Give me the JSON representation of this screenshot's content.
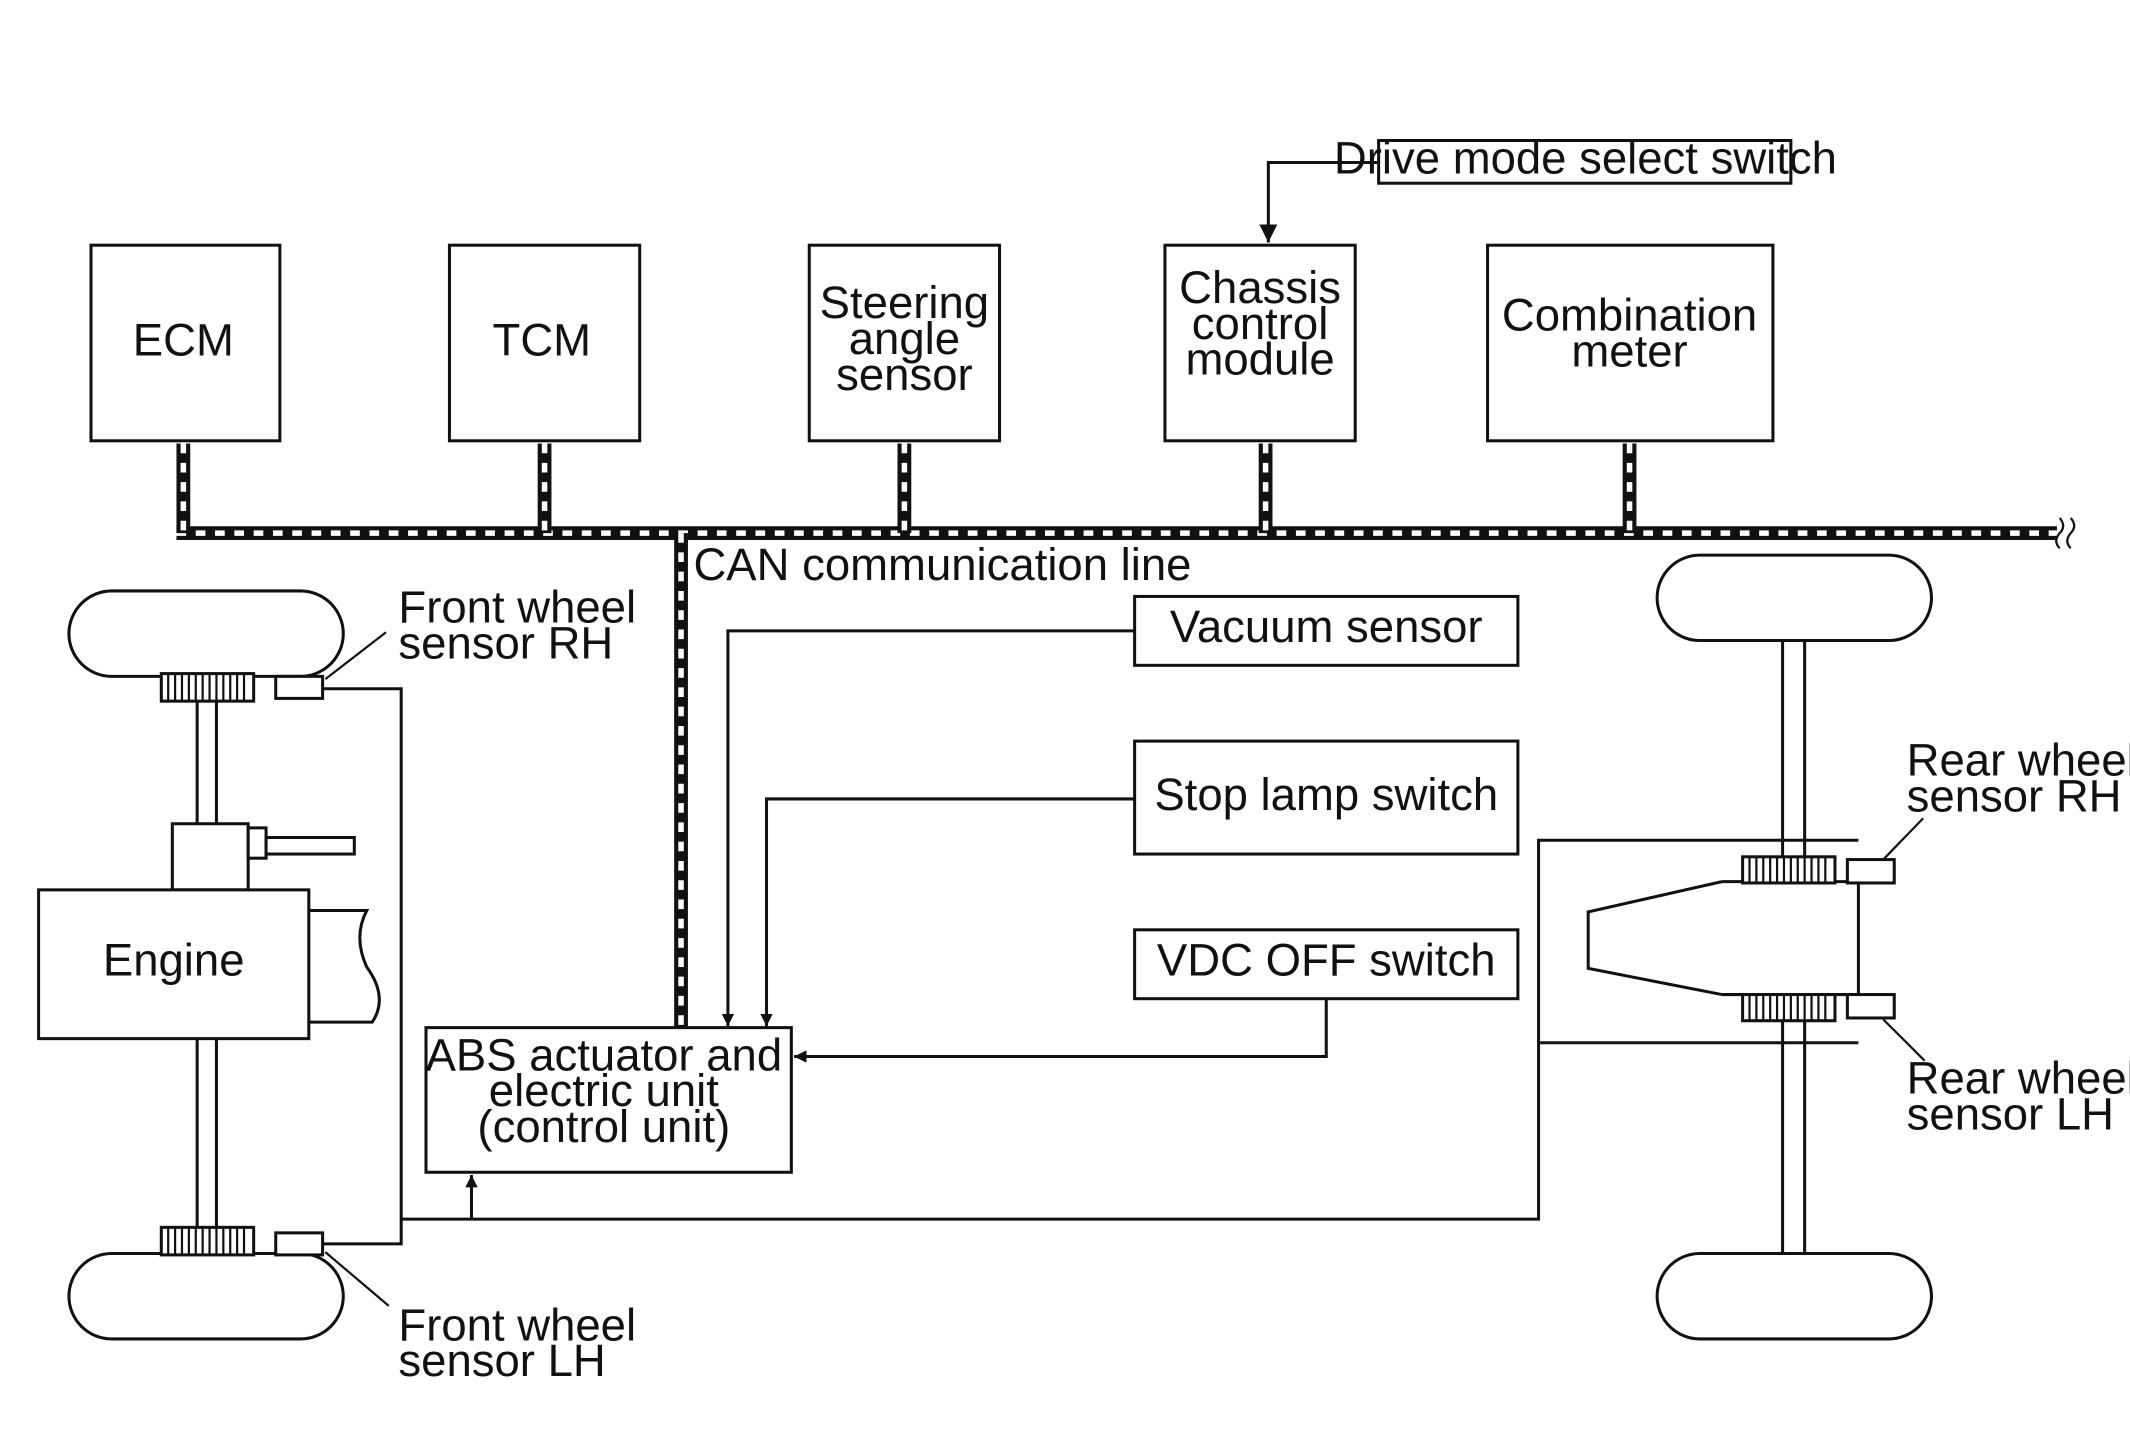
{
  "modules": {
    "ecm": "ECM",
    "tcm": "TCM",
    "steering_angle_sensor": [
      "Steering",
      "angle",
      "sensor"
    ],
    "chassis_control_module": [
      "Chassis",
      "control",
      "module"
    ],
    "combination_meter": [
      "Combination",
      "meter"
    ]
  },
  "drive_mode_select_switch": "Drive mode select switch",
  "can_line_label": "CAN communication line",
  "inputs": {
    "vacuum_sensor": "Vacuum sensor",
    "stop_lamp_switch": "Stop lamp switch",
    "vdc_off_switch": "VDC OFF switch"
  },
  "abs_unit": [
    "ABS actuator and",
    "electric unit",
    "(control unit)"
  ],
  "engine": "Engine",
  "sensors": {
    "front_rh": [
      "Front wheel",
      "sensor RH"
    ],
    "front_lh": [
      "Front wheel",
      "sensor LH"
    ],
    "rear_rh": [
      "Rear wheel",
      "sensor RH"
    ],
    "rear_lh": [
      "Rear wheel",
      "sensor LH"
    ]
  },
  "colors": {
    "line": "#111111",
    "background": "#ffffff"
  }
}
